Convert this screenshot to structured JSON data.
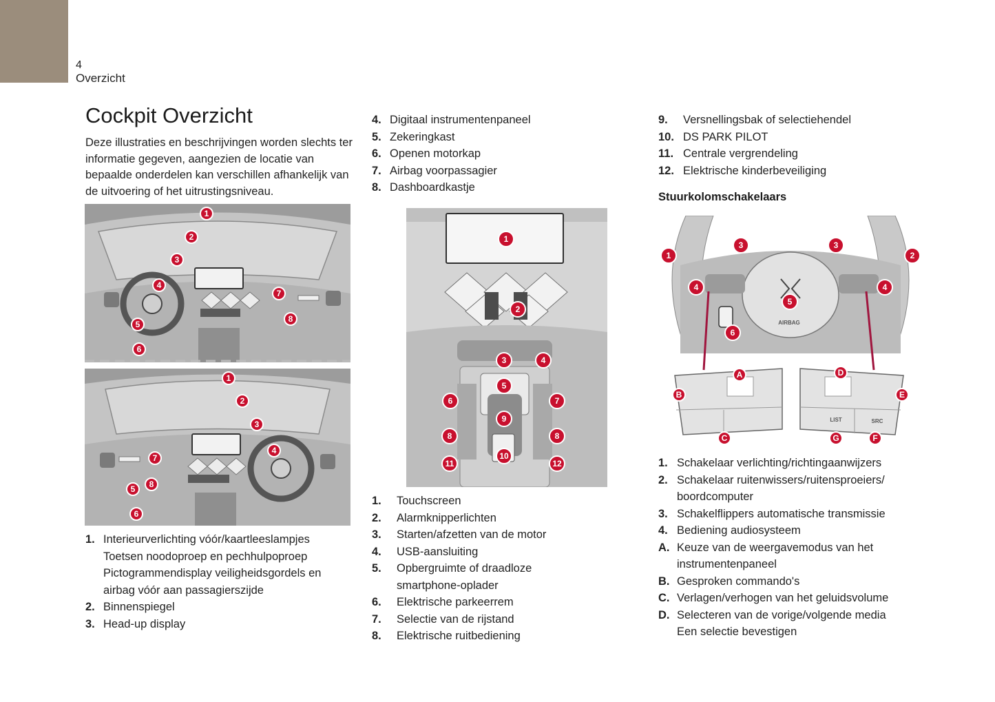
{
  "header": {
    "page_number": "4",
    "section": "Overzicht"
  },
  "title": "Cockpit Overzicht",
  "intro": "Deze illustraties en beschrijvingen worden slechts ter informatie gegeven, aangezien de locatie van bepaalde onderdelen kan verschillen afhankelijk van de uitvoering of het uitrustingsniveau.",
  "col1_list": [
    {
      "num": "1.",
      "lines": [
        "Interieurverlichting vóór/kaartleeslampjes",
        "Toetsen noodoproep en pechhulpoproep",
        "Pictogrammendisplay veiligheidsgordels en",
        "airbag vóór aan passagierszijde"
      ]
    },
    {
      "num": "2.",
      "lines": [
        "Binnenspiegel"
      ]
    },
    {
      "num": "3.",
      "lines": [
        "Head-up display"
      ]
    }
  ],
  "col2_top_list": [
    {
      "num": "4.",
      "lines": [
        "Digitaal instrumentenpaneel"
      ]
    },
    {
      "num": "5.",
      "lines": [
        "Zekeringkast"
      ]
    },
    {
      "num": "6.",
      "lines": [
        "Openen motorkap"
      ]
    },
    {
      "num": "7.",
      "lines": [
        "Airbag voorpassagier"
      ]
    },
    {
      "num": "8.",
      "lines": [
        "Dashboardkastje"
      ]
    }
  ],
  "col2_bottom_list": [
    {
      "num": "1.",
      "lines": [
        "Touchscreen"
      ]
    },
    {
      "num": "2.",
      "lines": [
        "Alarmknipperlichten"
      ]
    },
    {
      "num": "3.",
      "lines": [
        "Starten/afzetten van de motor"
      ]
    },
    {
      "num": "4.",
      "lines": [
        "USB-aansluiting"
      ]
    },
    {
      "num": "5.",
      "lines": [
        "Opbergruimte of draadloze",
        "smartphone-oplader"
      ]
    },
    {
      "num": "6.",
      "lines": [
        "Elektrische parkeerrem"
      ]
    },
    {
      "num": "7.",
      "lines": [
        "Selectie van de rijstand"
      ]
    },
    {
      "num": "8.",
      "lines": [
        "Elektrische ruitbediening"
      ]
    }
  ],
  "col3_top_list": [
    {
      "num": "9.",
      "lines": [
        "Versnellingsbak of selectiehendel"
      ]
    },
    {
      "num": "10.",
      "lines": [
        "DS PARK PILOT"
      ]
    },
    {
      "num": "11.",
      "lines": [
        "Centrale vergrendeling"
      ]
    },
    {
      "num": "12.",
      "lines": [
        "Elektrische kinderbeveiliging"
      ]
    }
  ],
  "col3_subhead": "Stuurkolomschakelaars",
  "col3_bottom_list": [
    {
      "num": "1.",
      "lines": [
        "Schakelaar verlichting/richtingaanwijzers"
      ]
    },
    {
      "num": "2.",
      "lines": [
        "Schakelaar ruitenwissers/ruitensproeiers/",
        "boordcomputer"
      ]
    },
    {
      "num": "3.",
      "lines": [
        "Schakelflippers automatische transmissie"
      ]
    },
    {
      "num": "4.",
      "lines": [
        "Bediening audiosysteem"
      ]
    },
    {
      "num": "A.",
      "lines": [
        "Keuze van de weergavemodus van het",
        "instrumentenpaneel"
      ]
    },
    {
      "num": "B.",
      "lines": [
        "Gesproken commando's"
      ]
    },
    {
      "num": "C.",
      "lines": [
        "Verlagen/verhogen van het geluidsvolume"
      ]
    },
    {
      "num": "D.",
      "lines": [
        "Selecteren van de vorige/volgende media",
        "Een selectie bevestigen"
      ]
    }
  ],
  "figures": {
    "lhd_badges": [
      "1",
      "2",
      "3",
      "4",
      "5",
      "6",
      "7",
      "8"
    ],
    "rhd_badges": [
      "1",
      "2",
      "3",
      "4",
      "5",
      "6",
      "7",
      "8"
    ],
    "console_badges": [
      "1",
      "2",
      "3",
      "4",
      "5",
      "6",
      "7",
      "8",
      "8",
      "9",
      "10",
      "11",
      "12"
    ],
    "wheel_badges": [
      "1",
      "2",
      "3",
      "3",
      "4",
      "4",
      "5",
      "6",
      "A",
      "B",
      "C",
      "D",
      "E",
      "F",
      "G"
    ],
    "wheel_labels": {
      "airbag": "AIRBAG",
      "list": "LIST",
      "src": "SRC"
    },
    "colors": {
      "badge": "#c8102e",
      "corner_tab": "#9b8d7c"
    }
  }
}
